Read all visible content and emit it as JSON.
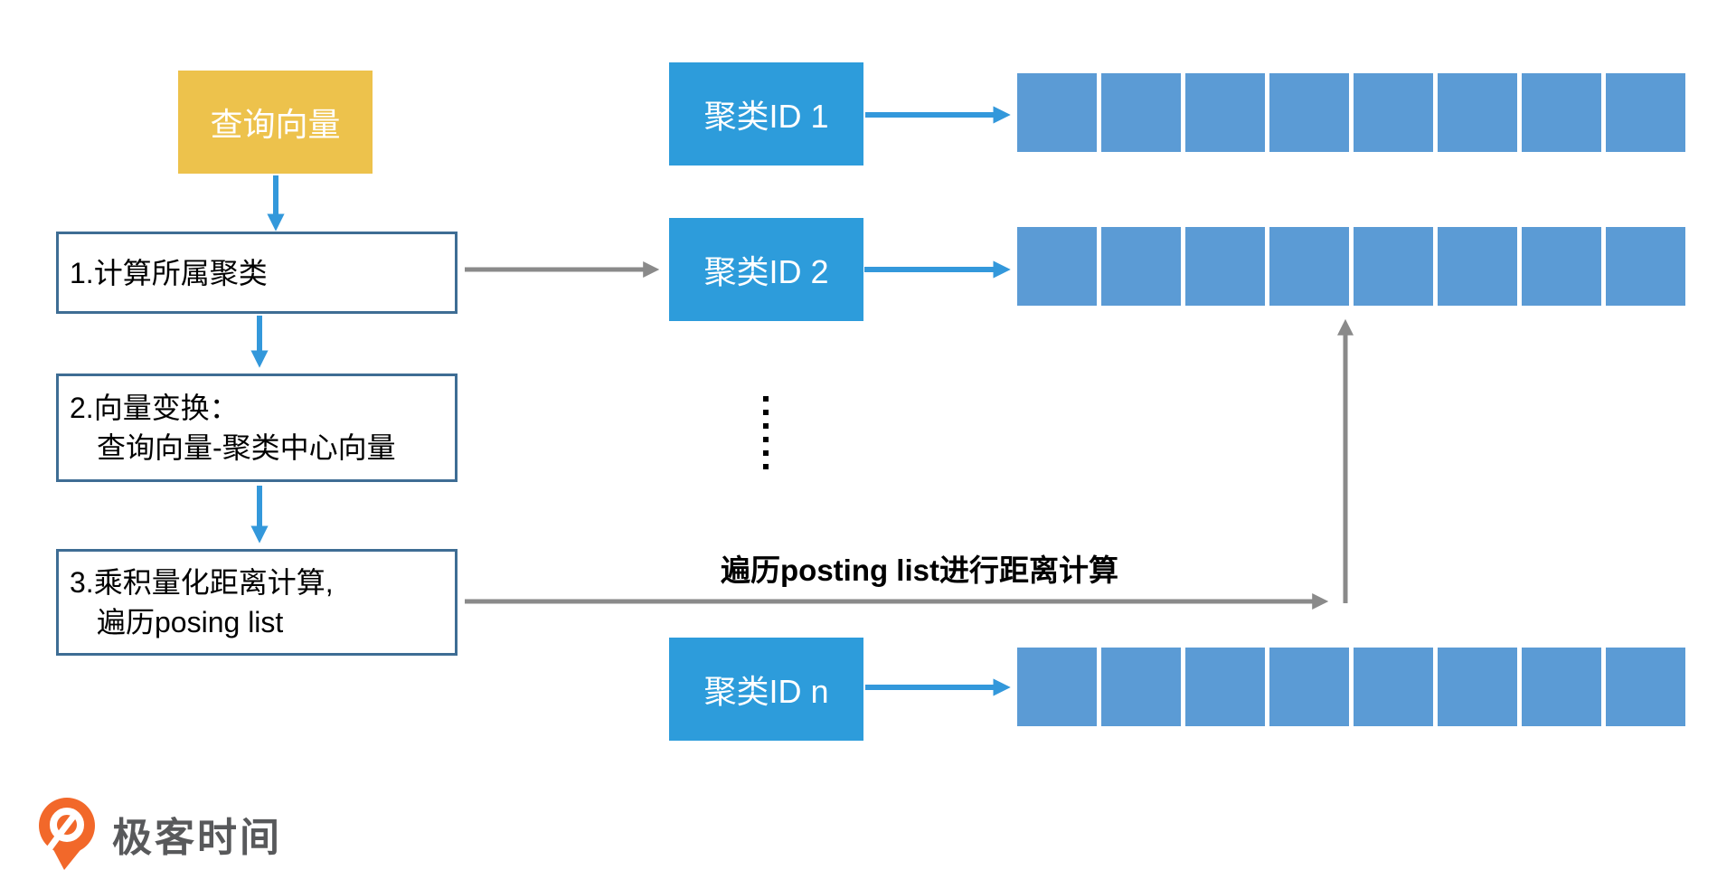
{
  "colors": {
    "yellow": "#EDC24C",
    "cluster_blue": "#2D9CDB",
    "cell_blue": "#5B9BD5",
    "arrow_blue": "#3398DB",
    "arrow_gray": "#8A8A8A",
    "box_border": "#3E6D94",
    "logo_orange": "#F2682A",
    "logo_gray": "#58595B"
  },
  "flow": {
    "query_box_label": "查询向量",
    "steps": [
      {
        "lines": [
          "1.计算所属聚类",
          ""
        ]
      },
      {
        "lines": [
          "2.向量变换：",
          "查询向量-聚类中心向量"
        ]
      },
      {
        "lines": [
          "3.乘积量化距离计算,",
          "遍历posing list"
        ]
      }
    ]
  },
  "clusters": [
    {
      "label": "聚类ID 1",
      "cell_count": 8
    },
    {
      "label": "聚类ID 2",
      "cell_count": 8
    },
    {
      "label": "聚类ID n",
      "cell_count": 8
    }
  ],
  "ellipsis": {
    "dot_count": 6
  },
  "annotations": {
    "traverse_label": "遍历posting list进行距离计算"
  },
  "logo": {
    "text": "极客时间"
  }
}
